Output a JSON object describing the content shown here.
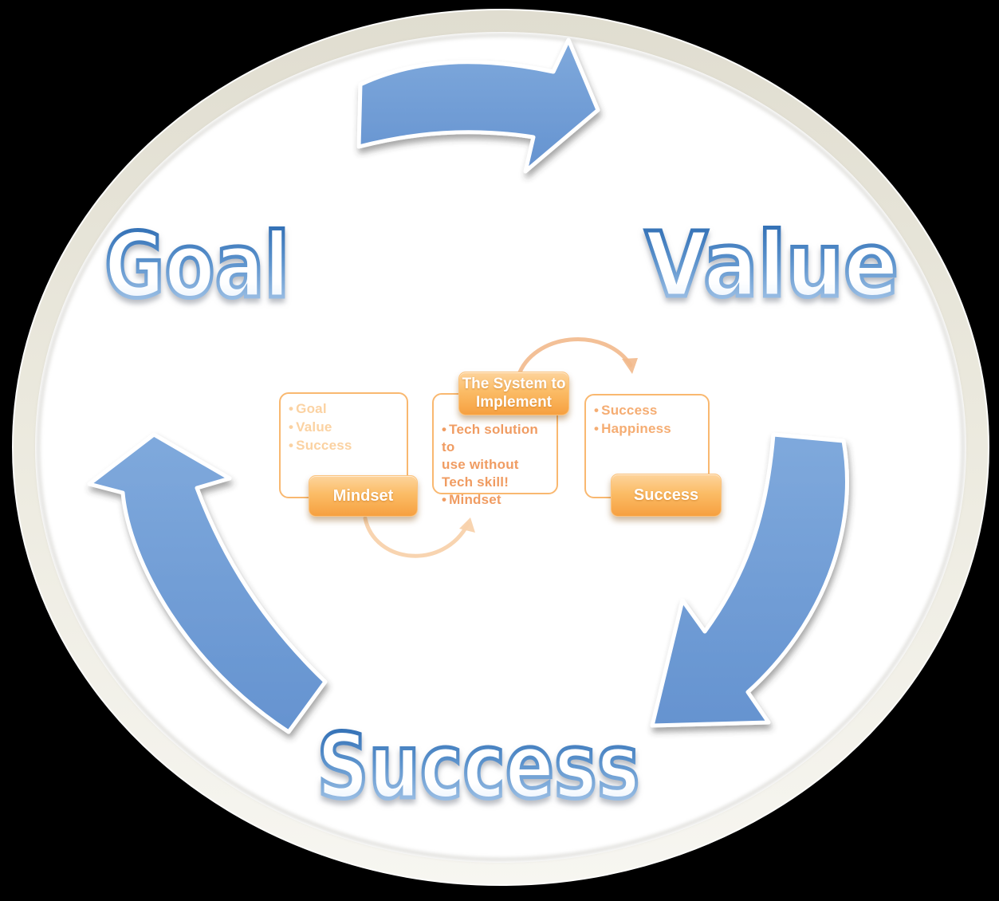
{
  "diagram": {
    "type": "cycle",
    "outer_labels": {
      "goal": "Goal",
      "value": "Value",
      "success": "Success"
    },
    "steps": [
      {
        "label": "Mindset",
        "bullets": [
          "Goal",
          "Value",
          "Success"
        ]
      },
      {
        "label": "The System to\nImplement",
        "bullets": [
          "Tech solution to\nuse without\nTech skill!",
          "Mindset"
        ]
      },
      {
        "label": "Success",
        "bullets": [
          "Success",
          "Happiness"
        ]
      }
    ],
    "colors": {
      "background": "#000000",
      "ring_fill": "#e9e6da",
      "interior_fill": "#ffffff",
      "arrow_blue": "#6f9ed7",
      "wordart_stroke_top": "#2565ae",
      "wordart_stroke_bottom": "#b7d2ef",
      "label_gradient_top": "#fdd49c",
      "label_gradient_bottom": "#f6a040",
      "box_border": "#f9b870",
      "bullets_left": "#fbd2a2",
      "bullets_center": "#f09c62",
      "bullets_right": "#f5ad73",
      "arc_orange": "#f2b98c"
    }
  }
}
